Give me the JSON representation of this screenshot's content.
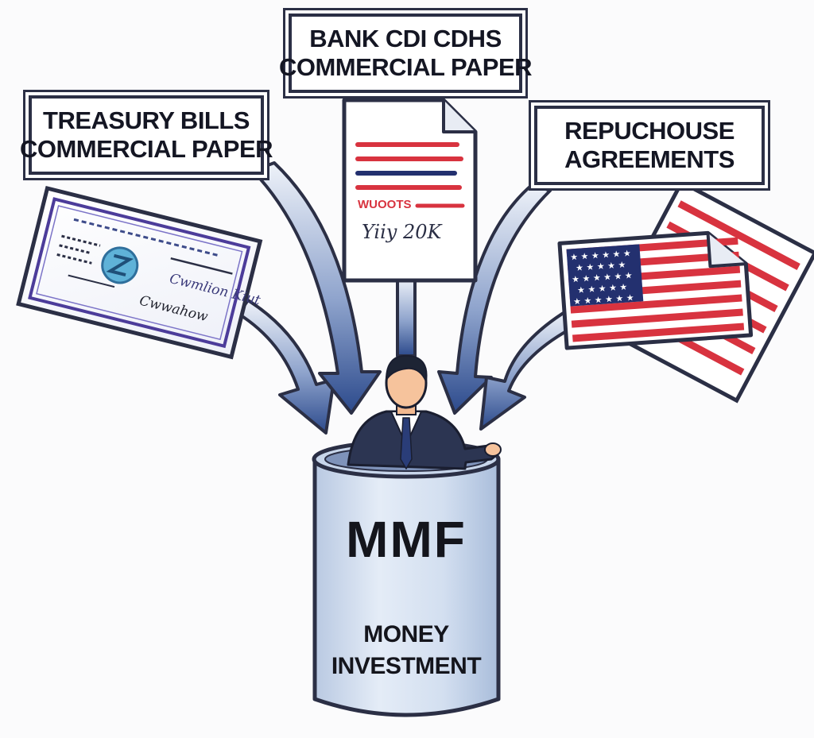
{
  "labels": {
    "left": {
      "line1": "TREASURY BILLS",
      "line2": "COMMERCIAL PAPER"
    },
    "top": {
      "line1": "BANK CDI CDHS",
      "line2": "COMMERCIAL PAPER"
    },
    "right": {
      "line1": "REPUCHOUSE",
      "line2": "AGREEMENTS"
    }
  },
  "fund": {
    "title": "MMF",
    "subtitle_line1": "MONEY",
    "subtitle_line2": "INVESTMENT"
  },
  "documents": {
    "certificate_text": "Cwmlion Kiut",
    "certificate_signature": "Cwwahow",
    "paper_heading": "WUOOTS",
    "paper_signature": "Yiiy 20K"
  },
  "colors": {
    "outline": "#2b2f45",
    "arrow_light": "#e6ecf6",
    "arrow_dark": "#2f4c8f",
    "can_fill": "#d7e2f1",
    "flag_red": "#d8333f",
    "flag_blue": "#23306f"
  },
  "icons": [
    "certificate-icon",
    "document-icon",
    "us-flag-icon",
    "person-icon",
    "can-icon"
  ]
}
